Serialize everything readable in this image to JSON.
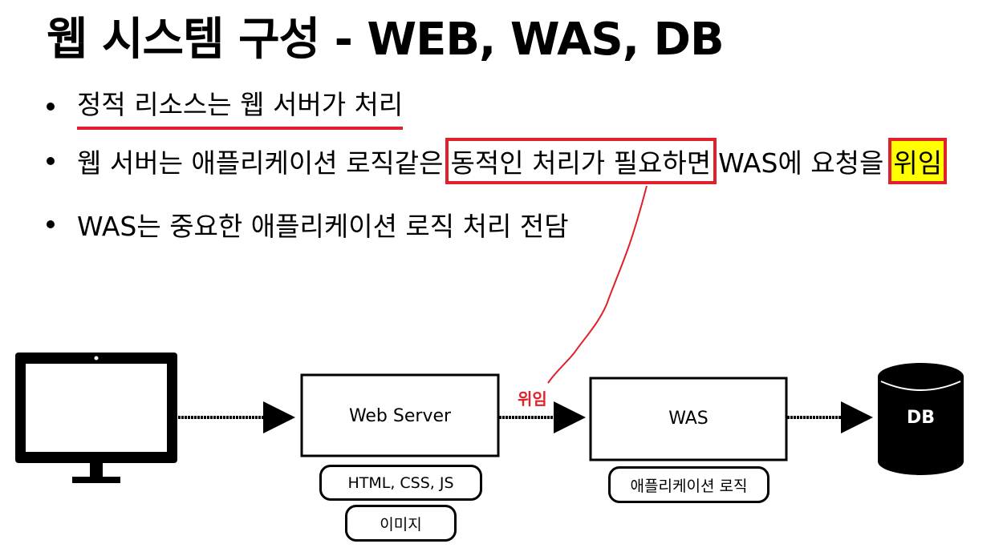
{
  "title": "웹 시스템 구성 - WEB, WAS, DB",
  "bullets": {
    "b1": "정적 리소스는 웹 서버가 처리",
    "b2_prefix": "웹 서버는 애플리케이션 로직같은",
    "b2_boxed": "동적인 처리가 필요하면",
    "b2_middle": "WAS에 요청을",
    "b2_highlight": "위임",
    "b3": "WAS는 중요한 애플리케이션 로직 처리 전담"
  },
  "diagram": {
    "web_server": "Web Server",
    "web_server_assets": [
      "HTML, CSS, JS",
      "이미지"
    ],
    "was": "WAS",
    "was_logic": "애플리케이션 로직",
    "db": "DB",
    "delegate_label": "위임"
  },
  "colors": {
    "accent_red": "#e0202a",
    "highlight": "#ffff00"
  }
}
